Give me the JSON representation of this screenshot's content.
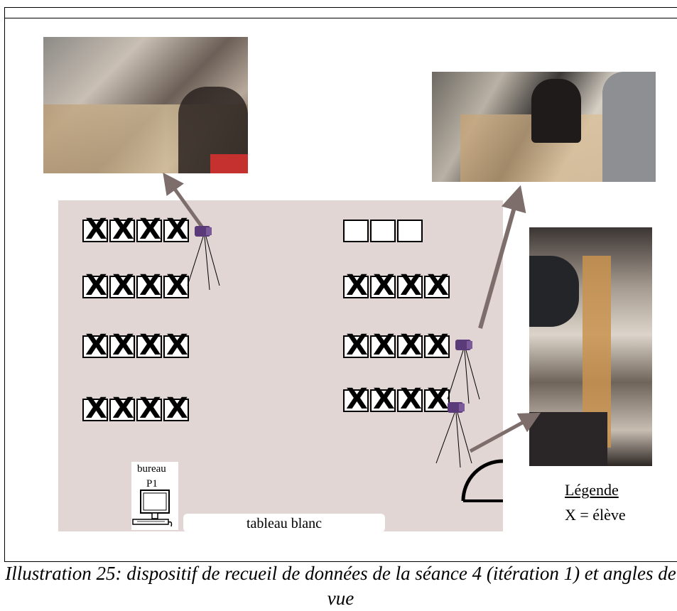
{
  "room": {
    "office_label": "bureau",
    "teacher_label": "P1",
    "whiteboard_label": "tableau blanc"
  },
  "legend": {
    "title": "Légende",
    "item": "X = élève"
  },
  "desk_rows": {
    "left": [
      {
        "desks": 4,
        "students": 4
      },
      {
        "desks": 4,
        "students": 4
      },
      {
        "desks": 4,
        "students": 4
      },
      {
        "desks": 4,
        "students": 4
      }
    ],
    "right": [
      {
        "desks": 3,
        "students": 0
      },
      {
        "desks": 4,
        "students": 4
      },
      {
        "desks": 4,
        "students": 4
      },
      {
        "desks": 4,
        "students": 4
      }
    ]
  },
  "student_mark": "X",
  "caption": "Illustration 25: dispositif de recueil de données de la séance 4 (itération 1) et angles de vue",
  "colors": {
    "room_floor": "#e2d6d5",
    "arrow": "#7d6e6b",
    "camera": "#5b3a7a"
  }
}
